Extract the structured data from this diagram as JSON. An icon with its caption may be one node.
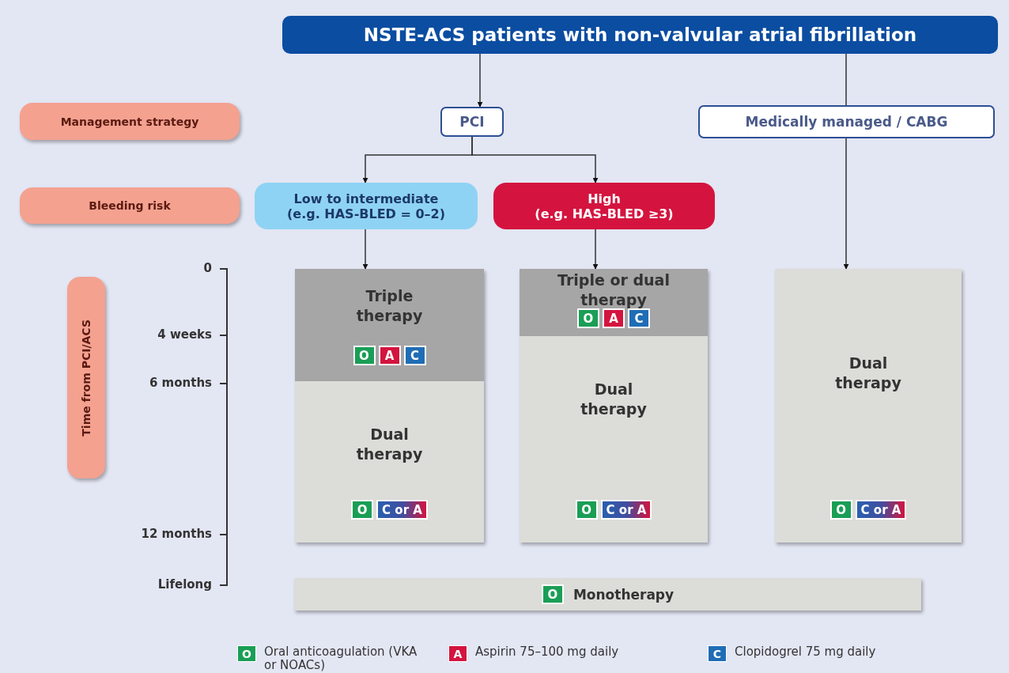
{
  "diagram": {
    "nodes": [
      {
        "text": [
          "NSTE-ACS patients with non-valvular atrial fibrillation"
        ]
      },
      {
        "text": [
          "Management strategy"
        ]
      },
      {
        "text": [
          "PCI"
        ]
      },
      {
        "text": [
          "Medically managed / CABG"
        ]
      },
      {
        "text": [
          "Bleeding risk"
        ]
      },
      {
        "text": [
          "Low to intermediate",
          "(e.g. HAS-BLED = 0–2)"
        ]
      },
      {
        "text": [
          "High",
          "(e.g. HAS-BLED ≥3)"
        ]
      },
      {
        "text": [
          "Time from PCI/ACS"
        ]
      },
      {
        "text": [
          "Triple therapy"
        ]
      },
      {
        "text": [
          "O"
        ],
        "in": 8
      },
      {
        "text": [
          "A"
        ],
        "in": 8
      },
      {
        "text": [
          "C"
        ],
        "in": 8
      },
      {
        "text": [
          "Dual therapy"
        ]
      },
      {
        "text": [
          "O"
        ],
        "in": 12
      },
      {
        "text": [
          "C or A"
        ],
        "in": 12
      },
      {
        "text": [
          "Triple or dual therapy"
        ]
      },
      {
        "text": [
          "O"
        ],
        "in": 15
      },
      {
        "text": [
          "A"
        ],
        "in": 15
      },
      {
        "text": [
          "C"
        ],
        "in": 15
      },
      {
        "text": [
          "Dual therapy"
        ]
      },
      {
        "text": [
          "O"
        ],
        "in": 19
      },
      {
        "text": [
          "C or A"
        ],
        "in": 19
      },
      {
        "text": [
          "Dual therapy"
        ]
      },
      {
        "text": [
          "O"
        ],
        "in": 22
      },
      {
        "text": [
          "C or A"
        ],
        "in": 22
      },
      {
        "text": [
          "Monotherapy"
        ]
      },
      {
        "text": [
          "O"
        ],
        "in": 25
      }
    ],
    "edges": [
      {
        "from": 0,
        "to": 2,
        "arrow": "to"
      },
      {
        "from": 0,
        "to": 3,
        "arrow": "none"
      },
      {
        "from": 2,
        "to": 5,
        "arrow": "to"
      },
      {
        "from": 2,
        "to": 6,
        "arrow": "to"
      },
      {
        "from": 5,
        "to": 8,
        "arrow": "to"
      },
      {
        "from": 6,
        "to": 15,
        "arrow": "to"
      },
      {
        "from": 3,
        "to": 22,
        "arrow": "to"
      }
    ],
    "labels": [
      "0",
      "4 weeks",
      "6 months",
      "12 months",
      "Lifelong",
      "O",
      "A",
      "C"
    ],
    "legend": [
      {
        "text": "Oral anticoagulation (VKA or NOACs)",
        "color": "#1a9e55"
      },
      {
        "text": "Aspirin 75–100 mg daily",
        "color": "#d4143f"
      },
      {
        "text": "Clopidogrel 75 mg daily",
        "color": "#1f6db5"
      }
    ]
  }
}
